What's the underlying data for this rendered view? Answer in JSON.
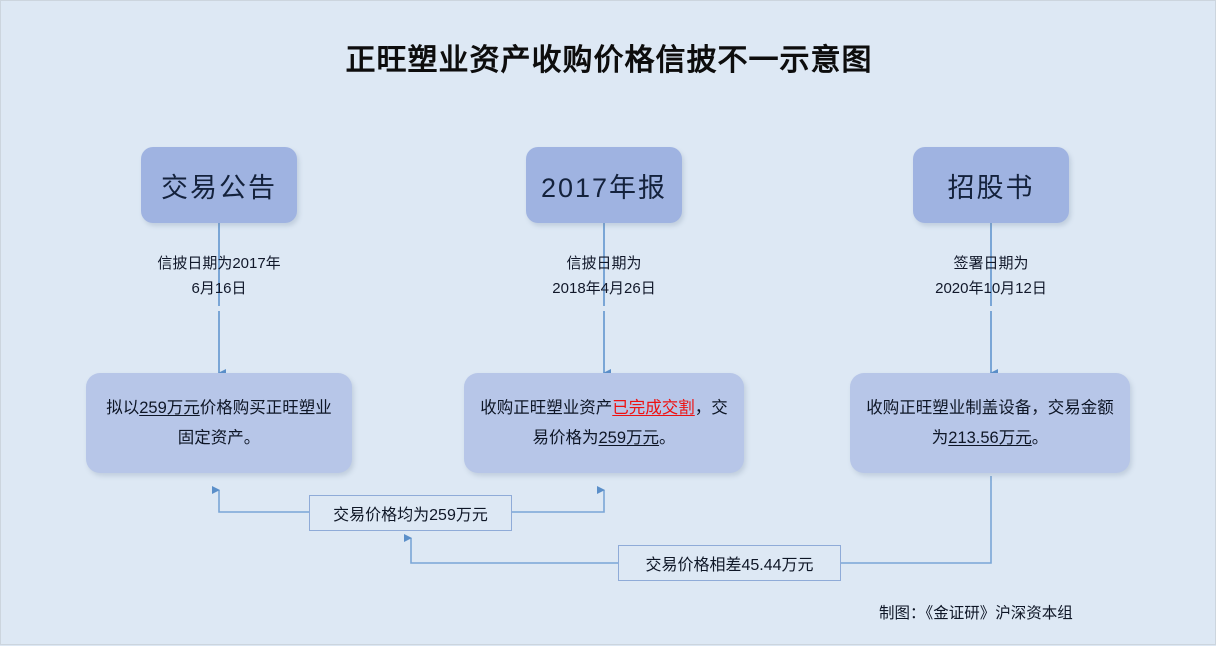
{
  "title": "正旺塑业资产收购价格信披不一示意图",
  "background_color": "#dde8f4",
  "colors": {
    "stage_box_fill": "#9fb3e1",
    "content_box_fill": "#b7c6e8",
    "connector": "#5b8fc9",
    "note_border": "#8fabd8",
    "highlight_red": "#ee1111",
    "text": "#0e1626"
  },
  "columns": [
    {
      "stage_label": "交易公告",
      "caption_line1": "信披日期为2017年",
      "caption_line2": "6月16日",
      "content_parts": [
        {
          "text": "拟以",
          "style": "plain"
        },
        {
          "text": "259万元",
          "style": "underline"
        },
        {
          "text": "价格购买正旺",
          "style": "plain"
        },
        {
          "text": "塑业固定资产。",
          "style": "plain"
        }
      ]
    },
    {
      "stage_label": "2017年报",
      "caption_line1": "信披日期为",
      "caption_line2": "2018年4月26日",
      "content_parts": [
        {
          "text": "收购正旺塑业资产",
          "style": "plain"
        },
        {
          "text": "已完成交割",
          "style": "red-underline"
        },
        {
          "text": "，交易价格为",
          "style": "plain"
        },
        {
          "text": "259万元",
          "style": "underline"
        },
        {
          "text": "。",
          "style": "plain"
        }
      ]
    },
    {
      "stage_label": "招股书",
      "caption_line1": "签署日期为",
      "caption_line2": "2020年10月12日",
      "content_parts": [
        {
          "text": "收购正旺塑业制盖设备，",
          "style": "plain"
        },
        {
          "text": "交易金额为",
          "style": "plain"
        },
        {
          "text": "213.56万元",
          "style": "underline"
        },
        {
          "text": "。",
          "style": "plain"
        }
      ]
    }
  ],
  "notes": [
    {
      "label": "交易价格均为259万元"
    },
    {
      "label": "交易价格相差45.44万元"
    }
  ],
  "credit": "制图：《金证研》沪深资本组"
}
